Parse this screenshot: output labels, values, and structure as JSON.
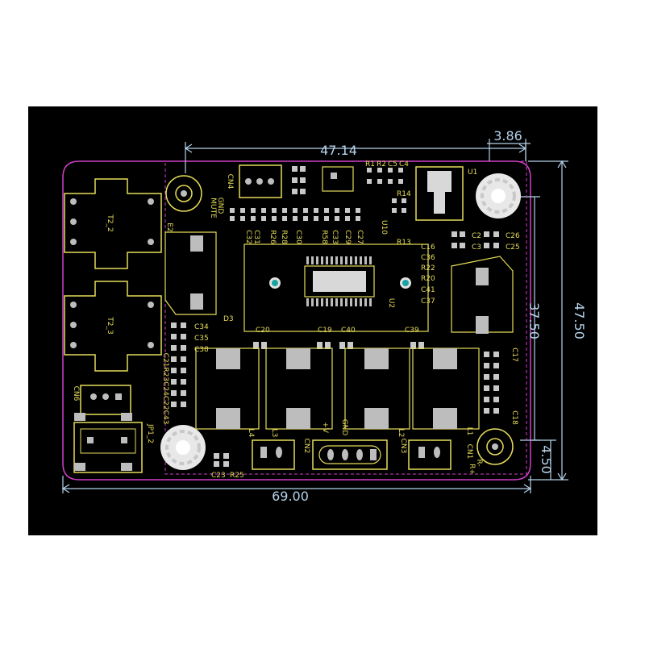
{
  "colors": {
    "background": "#000000",
    "outline": "#d040c8",
    "silkscreen": "#e6dc5a",
    "pad": "#bdbdbd",
    "dimension": "#b4d2ea",
    "via": "#17a3a3"
  },
  "dimensions": {
    "top_width": "47.14",
    "corner_width": "3.86",
    "board_height": "47.50",
    "inner_height": "37.50",
    "corner_height": "4.50",
    "board_width": "69.00"
  },
  "components": {
    "t2_2": "T2_2",
    "t2_3": "T2_3",
    "cn6": "CN6",
    "jp1_2": "JP1_2",
    "u1": "U1",
    "u2": "U2",
    "u10": "U10",
    "r13": "R13",
    "r14": "R14",
    "r1": "R1",
    "r2": "R2",
    "c5": "C5",
    "c4": "C4",
    "cn4": "CN4",
    "gnd": "GND",
    "mute": "MUTE",
    "c31": "C31",
    "c32": "C32",
    "r26": "R26",
    "r28": "R28",
    "c30": "C30",
    "r58": "R58",
    "c33": "C33",
    "c29": "C29",
    "c27": "C27",
    "c16": "C16",
    "c36": "C36",
    "r22": "R22",
    "r20": "R20",
    "c41": "C41",
    "c37": "C37",
    "c2": "C2",
    "c3": "C3",
    "c26": "C26",
    "c25": "C25",
    "c34": "C34",
    "c35": "C35",
    "c38": "C38",
    "c20": "C20",
    "c19": "C19",
    "c40": "C40",
    "c39": "C39",
    "c17": "C17",
    "c18": "C18",
    "left_column": "C21R23C24C22C43",
    "l1": "L1",
    "l2": "L2",
    "l3": "L3",
    "l4": "L4",
    "cn1": "CN1",
    "cn2": "CN2",
    "cn3": "CN3",
    "c23": "C23",
    "r25": "R25",
    "r_plus": "R+",
    "r_minus": "R-",
    "plus_v": "+V",
    "e2": "E2",
    "d3": "D3"
  }
}
